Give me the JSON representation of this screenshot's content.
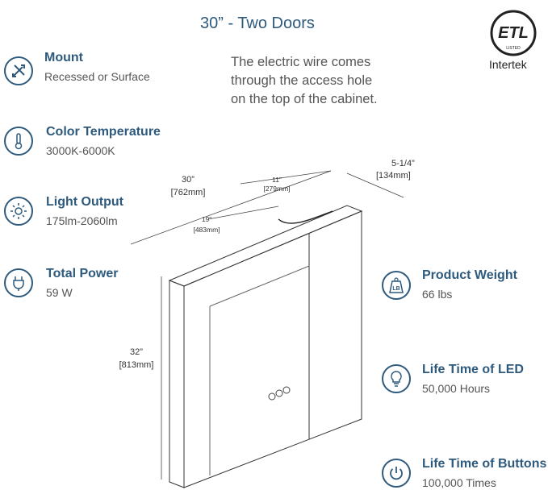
{
  "title": "30” - Two Doors",
  "note": [
    "The electric wire comes",
    "through the access hole",
    "on the top of the cabinet."
  ],
  "certification": {
    "logo_letters": "ETL",
    "logo_subtext": "LISTED",
    "text": "Intertek"
  },
  "specs_left": [
    {
      "label": "Mount",
      "value": "Recessed or Surface",
      "icon": "tools-icon"
    },
    {
      "label": "Color Temperature",
      "value": "3000K-6000K",
      "icon": "thermometer-icon"
    },
    {
      "label": "Light Output",
      "value": "175lm-2060lm",
      "icon": "sun-icon"
    },
    {
      "label": "Total Power",
      "value": "59 W",
      "icon": "plug-icon"
    }
  ],
  "specs_right": [
    {
      "label": "Product Weight",
      "value": "66 lbs",
      "icon": "weight-icon",
      "icon_text": "LB"
    },
    {
      "label": "Life Time of LED",
      "value": "50,000 Hours",
      "icon": "bulb-icon"
    },
    {
      "label": "Life Time of Buttons",
      "value": "100,000 Times",
      "icon": "power-icon"
    }
  ],
  "dimensions": {
    "width_in": "30”",
    "width_mm": "[762mm]",
    "right_door_in": "11”",
    "right_door_mm": "[279mm]",
    "left_door_in": "19”",
    "left_door_mm": "[483mm]",
    "depth_in": "5-1/4”",
    "depth_mm": "[134mm]",
    "height_in": "32”",
    "height_mm": "[813mm]"
  }
}
